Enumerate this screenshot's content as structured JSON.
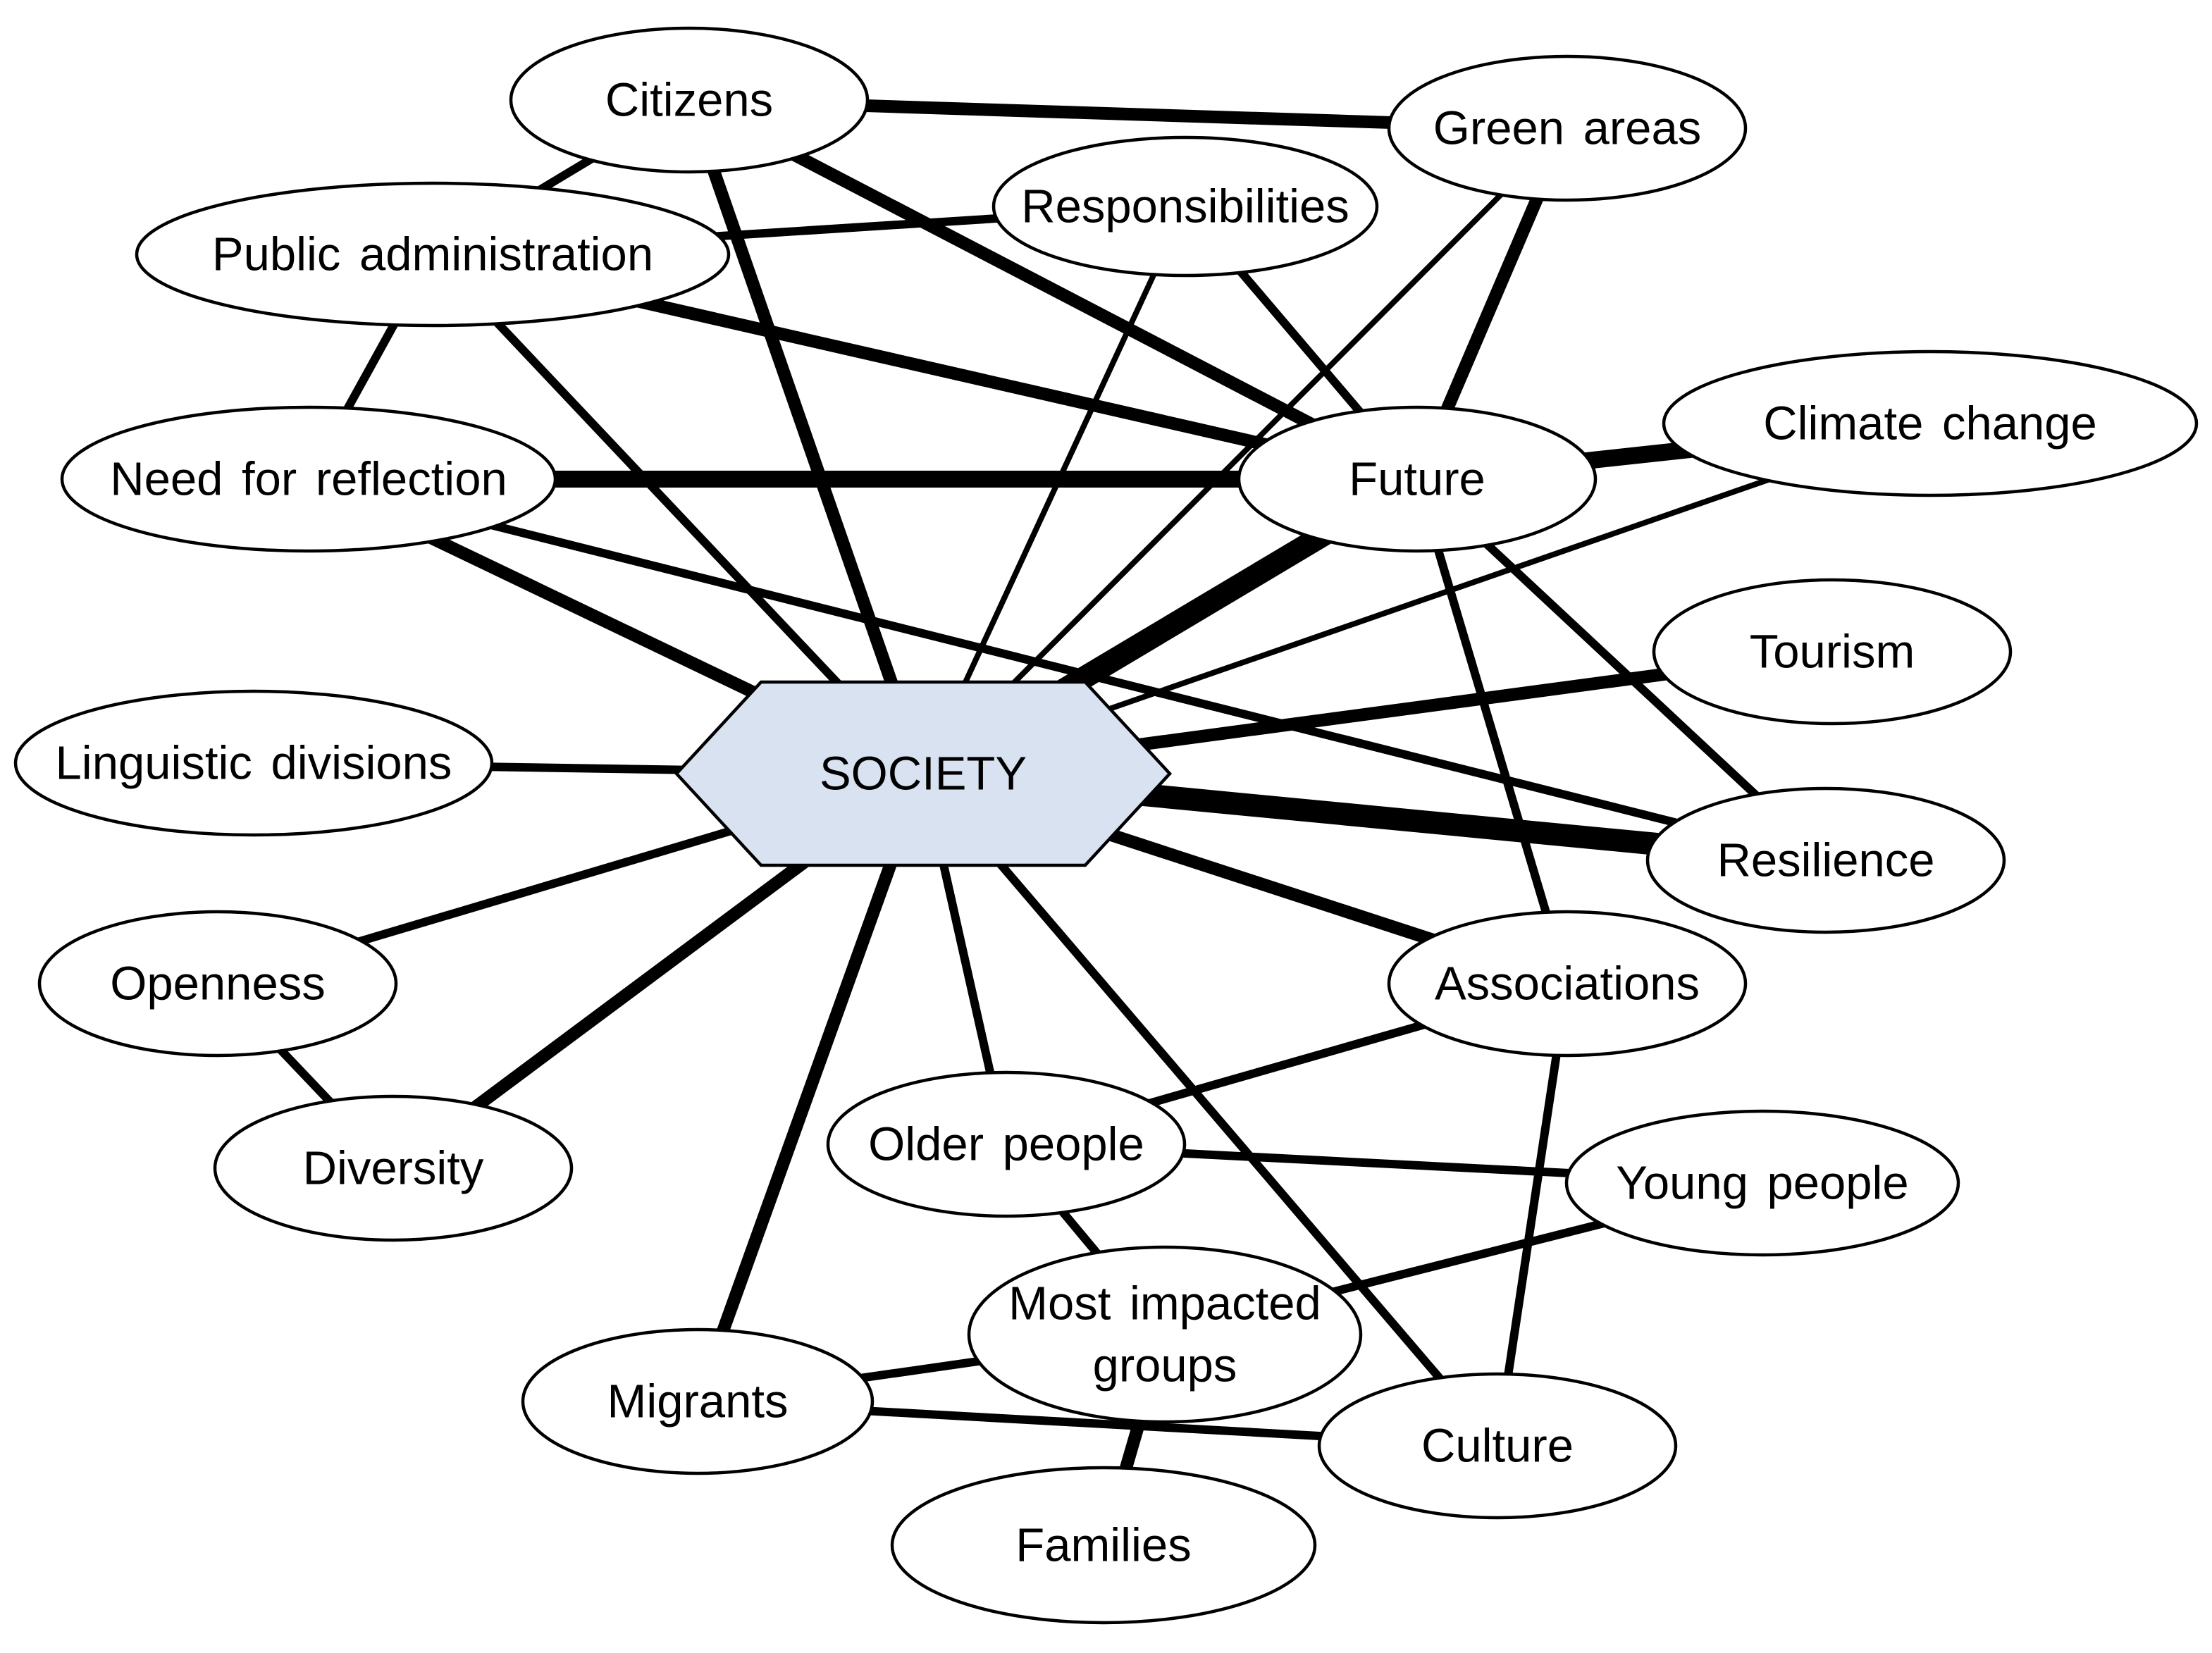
{
  "hub": {
    "id": "society",
    "label": [
      "SOCIETY"
    ],
    "fill": "#d9e2f1"
  },
  "nodes": [
    {
      "id": "citizens",
      "label": [
        "Citizens"
      ]
    },
    {
      "id": "green-areas",
      "label": [
        "Green areas"
      ]
    },
    {
      "id": "responsibilities",
      "label": [
        "Responsibilities"
      ]
    },
    {
      "id": "public-administration",
      "label": [
        "Public administration"
      ]
    },
    {
      "id": "need-for-reflection",
      "label": [
        "Need for reflection"
      ]
    },
    {
      "id": "future",
      "label": [
        "Future"
      ]
    },
    {
      "id": "climate-change",
      "label": [
        "Climate change"
      ]
    },
    {
      "id": "tourism",
      "label": [
        "Tourism"
      ]
    },
    {
      "id": "linguistic-divisions",
      "label": [
        "Linguistic divisions"
      ]
    },
    {
      "id": "resilience",
      "label": [
        "Resilience"
      ]
    },
    {
      "id": "openness",
      "label": [
        "Openness"
      ]
    },
    {
      "id": "associations",
      "label": [
        "Associations"
      ]
    },
    {
      "id": "diversity",
      "label": [
        "Diversity"
      ]
    },
    {
      "id": "older-people",
      "label": [
        "Older people"
      ]
    },
    {
      "id": "young-people",
      "label": [
        "Young people"
      ]
    },
    {
      "id": "most-impacted-groups",
      "label": [
        "Most impacted",
        "groups"
      ]
    },
    {
      "id": "migrants",
      "label": [
        "Migrants"
      ]
    },
    {
      "id": "culture",
      "label": [
        "Culture"
      ]
    },
    {
      "id": "families",
      "label": [
        "Families"
      ]
    }
  ],
  "edges": [
    {
      "from": "citizens",
      "to": "green-areas",
      "weight": 3
    },
    {
      "from": "citizens",
      "to": "public-administration",
      "weight": 2
    },
    {
      "from": "citizens",
      "to": "society",
      "weight": 3
    },
    {
      "from": "citizens",
      "to": "future",
      "weight": 3
    },
    {
      "from": "public-administration",
      "to": "responsibilities",
      "weight": 2
    },
    {
      "from": "public-administration",
      "to": "future",
      "weight": 3
    },
    {
      "from": "public-administration",
      "to": "need-for-reflection",
      "weight": 2
    },
    {
      "from": "public-administration",
      "to": "society",
      "weight": 2
    },
    {
      "from": "responsibilities",
      "to": "future",
      "weight": 2
    },
    {
      "from": "responsibilities",
      "to": "society",
      "weight": 1
    },
    {
      "from": "green-areas",
      "to": "future",
      "weight": 3
    },
    {
      "from": "green-areas",
      "to": "society",
      "weight": 1
    },
    {
      "from": "need-for-reflection",
      "to": "future",
      "weight": 4
    },
    {
      "from": "need-for-reflection",
      "to": "society",
      "weight": 3
    },
    {
      "from": "need-for-reflection",
      "to": "resilience",
      "weight": 2
    },
    {
      "from": "future",
      "to": "climate-change",
      "weight": 4
    },
    {
      "from": "future",
      "to": "society",
      "weight": 5
    },
    {
      "from": "future",
      "to": "resilience",
      "weight": 2
    },
    {
      "from": "future",
      "to": "associations",
      "weight": 2
    },
    {
      "from": "climate-change",
      "to": "society",
      "weight": 1
    },
    {
      "from": "tourism",
      "to": "society",
      "weight": 3
    },
    {
      "from": "linguistic-divisions",
      "to": "society",
      "weight": 2
    },
    {
      "from": "resilience",
      "to": "society",
      "weight": 5
    },
    {
      "from": "openness",
      "to": "society",
      "weight": 2
    },
    {
      "from": "openness",
      "to": "diversity",
      "weight": 2
    },
    {
      "from": "associations",
      "to": "society",
      "weight": 3
    },
    {
      "from": "associations",
      "to": "older-people",
      "weight": 2
    },
    {
      "from": "associations",
      "to": "culture",
      "weight": 2
    },
    {
      "from": "diversity",
      "to": "society",
      "weight": 3
    },
    {
      "from": "older-people",
      "to": "society",
      "weight": 2
    },
    {
      "from": "older-people",
      "to": "young-people",
      "weight": 2
    },
    {
      "from": "older-people",
      "to": "most-impacted-groups",
      "weight": 2
    },
    {
      "from": "young-people",
      "to": "most-impacted-groups",
      "weight": 2
    },
    {
      "from": "most-impacted-groups",
      "to": "migrants",
      "weight": 2
    },
    {
      "from": "most-impacted-groups",
      "to": "families",
      "weight": 3
    },
    {
      "from": "migrants",
      "to": "society",
      "weight": 3
    },
    {
      "from": "migrants",
      "to": "culture",
      "weight": 2
    },
    {
      "from": "culture",
      "to": "society",
      "weight": 2
    }
  ]
}
